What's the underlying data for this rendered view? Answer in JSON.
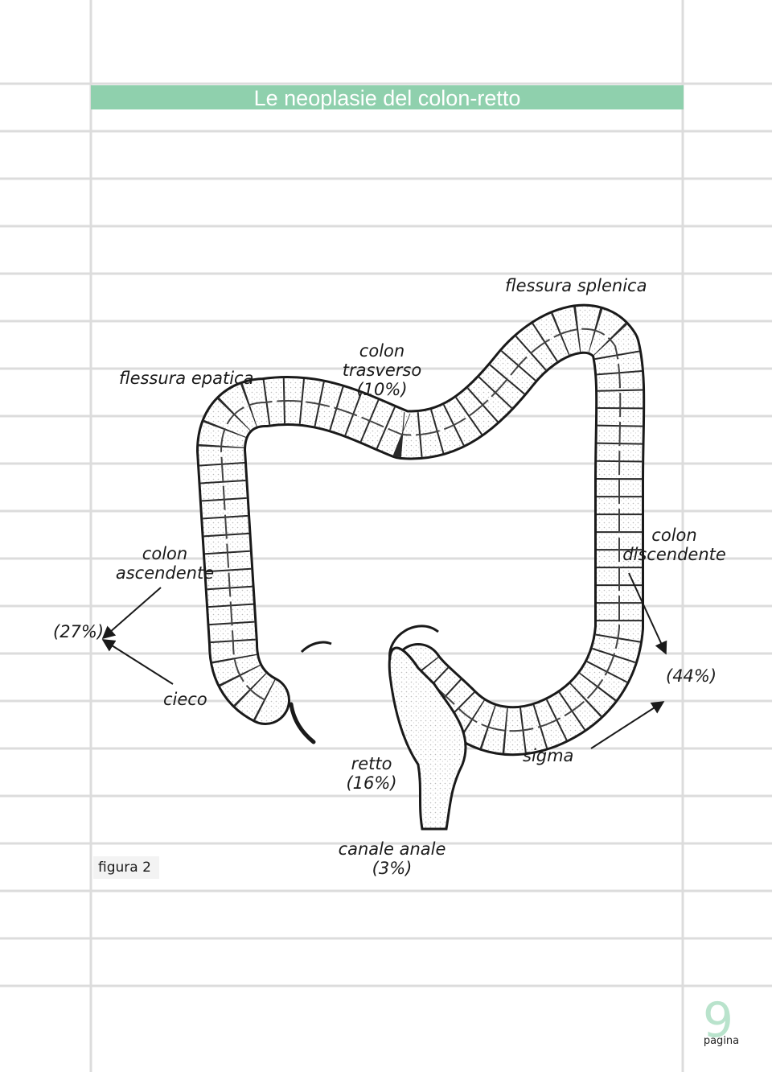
{
  "header": {
    "title": "Le neoplasie del colon-retto"
  },
  "labels": {
    "flessura_splenica": "flessura splenica",
    "flessura_epatica": "flessura epatica",
    "colon_trasverso": [
      "colon",
      "trasverso",
      "(10%)"
    ],
    "colon_ascendente": [
      "colon",
      "ascendente"
    ],
    "colon_discendente": [
      "colon",
      "discendente"
    ],
    "pct_27": "(27%)",
    "pct_44": "(44%)",
    "cieco": "cieco",
    "retto": [
      "retto",
      "(16%)"
    ],
    "sigma": "sigma",
    "canale_anale": [
      "canale anale",
      "(3%)"
    ]
  },
  "figure_tag": "figura  2",
  "page": {
    "number": "9",
    "label": "pagina"
  },
  "colors": {
    "header": "#8fd0ad",
    "rules": "#dcdcdc",
    "ink": "#1a1a1a",
    "page_number": "#b9e3cc"
  }
}
